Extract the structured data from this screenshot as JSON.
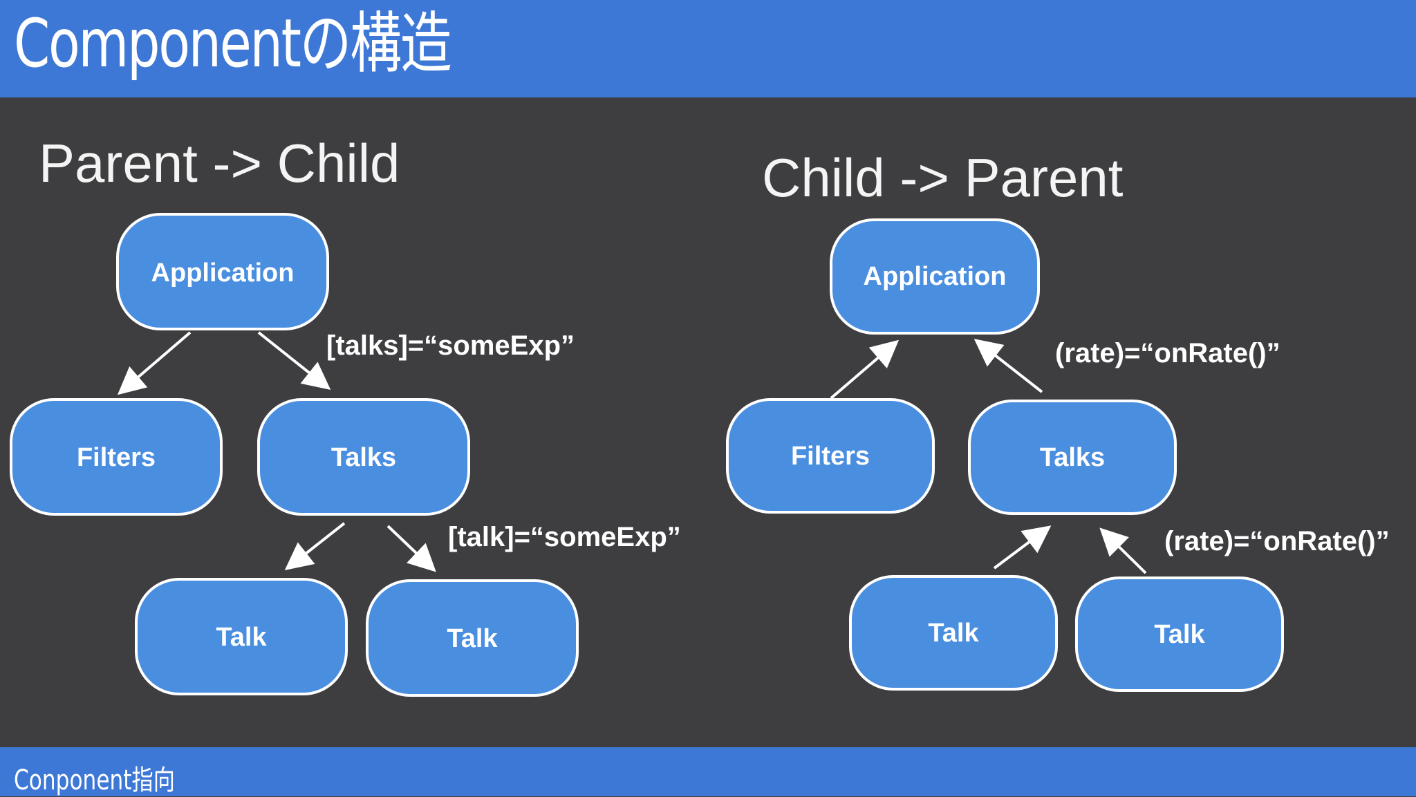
{
  "header": {
    "title": "Componentの構造"
  },
  "footer": {
    "label": "Conponent指向"
  },
  "left": {
    "title": "Parent -> Child",
    "nodes": {
      "application": "Application",
      "filters": "Filters",
      "talks": "Talks",
      "talk_1": "Talk",
      "talk_2": "Talk"
    },
    "bindings": {
      "talks": "[talks]=“someExp”",
      "talk": "[talk]=“someExp”"
    }
  },
  "right": {
    "title": "Child -> Parent",
    "nodes": {
      "application": "Application",
      "filters": "Filters",
      "talks": "Talks",
      "talk_1": "Talk",
      "talk_2": "Talk"
    },
    "bindings": {
      "upper": "(rate)=“onRate()”",
      "lower": "(rate)=“onRate()”"
    }
  },
  "colors": {
    "header_bar": "#3d78d6",
    "background": "#3e3e40",
    "node_fill": "#4a8ee0",
    "node_stroke": "#ffffff",
    "text": "#ffffff"
  }
}
